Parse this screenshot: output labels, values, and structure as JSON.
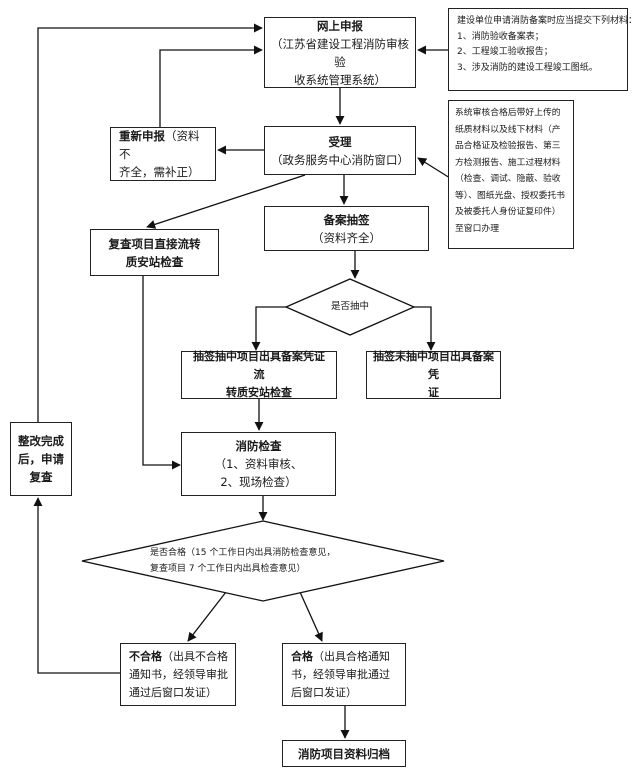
{
  "nodes": {
    "online": {
      "title": "网上申报",
      "lines": [
        "（江苏省建设工程消防审核验",
        "收系统管理系统）"
      ]
    },
    "accept": {
      "title": "受理",
      "lines": [
        "（政务服务中心消防窗口）"
      ]
    },
    "resubmit": {
      "title": "重新申报",
      "lines": [
        "（资料不",
        "齐全，需补正）"
      ]
    },
    "spot_draw": {
      "title": "备案抽签",
      "lines": [
        "（资料齐全）"
      ]
    },
    "recheck_transfer": {
      "lines": [
        "复查项目直接流转",
        "质安站检查"
      ]
    },
    "decision_drawn": {
      "text": "是否抽中"
    },
    "drawn_yes": {
      "lines": [
        "抽签抽中项目出具备案凭证流",
        "转质安站检查"
      ]
    },
    "drawn_no": {
      "lines": [
        "抽签未抽中项目出具备案凭",
        "证"
      ]
    },
    "fire_inspection": {
      "title": "消防检查",
      "lines": [
        "（1、资料审核、",
        "2、现场检查）"
      ]
    },
    "rectify": {
      "lines": [
        "整改完成",
        "后，申请",
        "复查"
      ]
    },
    "decision_pass": {
      "lines": [
        "是否合格（15 个工作日内出具消防检查意见，",
        "复查项目 7 个工作日内出具检查意见）"
      ]
    },
    "fail": {
      "title": "不合格",
      "lines": [
        "（出具不合格",
        "通知书，经领导审批",
        "通过后窗口发证）"
      ]
    },
    "pass": {
      "title": "合格",
      "lines": [
        "（出具合格通知",
        "书，经领导审批通过",
        "后窗口发证）"
      ]
    },
    "archive": {
      "text": "消防项目资料归档"
    }
  },
  "notes": {
    "materials": {
      "lines": [
        "建设单位申请消防备案时应当提交下列材料：",
        "1、消防验收备案表；",
        "2、工程竣工验收报告；",
        "3、涉及消防的建设工程竣工图纸。"
      ]
    },
    "system_check": {
      "lines": [
        "系统审核合格后带好上传的",
        "纸质材料以及线下材料（产",
        "品合格证及检验报告、第三",
        "方检测报告、施工过程材料",
        "（检查、调试、隐蔽、验收",
        "等）、图纸光盘、授权委托书",
        "及被委托人身份证复印件）",
        "至窗口办理"
      ]
    }
  }
}
